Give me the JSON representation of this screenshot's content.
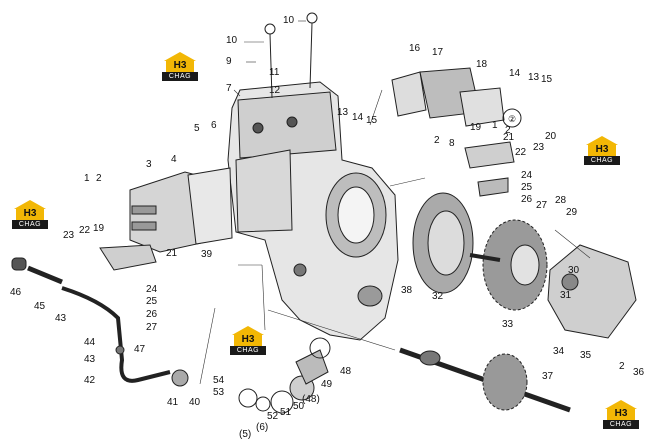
{
  "callouts": [
    {
      "id": "c10a",
      "text": "10"
    },
    {
      "id": "c10b",
      "text": "10"
    },
    {
      "id": "c9",
      "text": "9"
    },
    {
      "id": "c7",
      "text": "7"
    },
    {
      "id": "c11",
      "text": "11"
    },
    {
      "id": "c12",
      "text": "12"
    },
    {
      "id": "c5",
      "text": "5"
    },
    {
      "id": "c6",
      "text": "6"
    },
    {
      "id": "c3",
      "text": "3"
    },
    {
      "id": "c4",
      "text": "4"
    },
    {
      "id": "c1",
      "text": "1"
    },
    {
      "id": "c2a",
      "text": "2"
    },
    {
      "id": "c22a",
      "text": "22"
    },
    {
      "id": "c19a",
      "text": "19"
    },
    {
      "id": "c23a",
      "text": "23"
    },
    {
      "id": "c21a",
      "text": "21"
    },
    {
      "id": "c39",
      "text": "39"
    },
    {
      "id": "c46",
      "text": "46"
    },
    {
      "id": "c45",
      "text": "45"
    },
    {
      "id": "c43a",
      "text": "43"
    },
    {
      "id": "c24a",
      "text": "24"
    },
    {
      "id": "c25a",
      "text": "25"
    },
    {
      "id": "c26a",
      "text": "26"
    },
    {
      "id": "c27a",
      "text": "27"
    },
    {
      "id": "c44",
      "text": "44"
    },
    {
      "id": "c43b",
      "text": "43"
    },
    {
      "id": "c47",
      "text": "47"
    },
    {
      "id": "c42",
      "text": "42"
    },
    {
      "id": "c41",
      "text": "41"
    },
    {
      "id": "c40",
      "text": "40"
    },
    {
      "id": "c54",
      "text": "54"
    },
    {
      "id": "c53",
      "text": "53"
    },
    {
      "id": "c52",
      "text": "52"
    },
    {
      "id": "c51",
      "text": "51"
    },
    {
      "id": "c50",
      "text": "50"
    },
    {
      "id": "c48a",
      "text": "(48)"
    },
    {
      "id": "c49",
      "text": "49"
    },
    {
      "id": "c48",
      "text": "48"
    },
    {
      "id": "c5b",
      "text": "(5)"
    },
    {
      "id": "c6b",
      "text": "(6)"
    },
    {
      "id": "c38",
      "text": "38"
    },
    {
      "id": "c13a",
      "text": "13"
    },
    {
      "id": "c14a",
      "text": "14"
    },
    {
      "id": "c15a",
      "text": "15"
    },
    {
      "id": "c16",
      "text": "16"
    },
    {
      "id": "c17",
      "text": "17"
    },
    {
      "id": "c18",
      "text": "18"
    },
    {
      "id": "c14b",
      "text": "14"
    },
    {
      "id": "c13b",
      "text": "13"
    },
    {
      "id": "c15b",
      "text": "15"
    },
    {
      "id": "c2c",
      "text": "2"
    },
    {
      "id": "c2b",
      "text": "2"
    },
    {
      "id": "c8",
      "text": "8"
    },
    {
      "id": "c19b",
      "text": "19"
    },
    {
      "id": "c1b",
      "text": "1"
    },
    {
      "id": "c20",
      "text": "20"
    },
    {
      "id": "c21b",
      "text": "21"
    },
    {
      "id": "c22b",
      "text": "22"
    },
    {
      "id": "c23b",
      "text": "23"
    },
    {
      "id": "c24b",
      "text": "24"
    },
    {
      "id": "c25b",
      "text": "25"
    },
    {
      "id": "c26b",
      "text": "26"
    },
    {
      "id": "c27b",
      "text": "27"
    },
    {
      "id": "c28",
      "text": "28"
    },
    {
      "id": "c29",
      "text": "29"
    },
    {
      "id": "c32",
      "text": "32"
    },
    {
      "id": "c33",
      "text": "33"
    },
    {
      "id": "c30",
      "text": "30"
    },
    {
      "id": "c31",
      "text": "31"
    },
    {
      "id": "c34",
      "text": "34"
    },
    {
      "id": "c35",
      "text": "35"
    },
    {
      "id": "c2d",
      "text": "2"
    },
    {
      "id": "c36",
      "text": "36"
    },
    {
      "id": "c37",
      "text": "37"
    }
  ],
  "watermark": {
    "top": "H3",
    "bottom": "CHAG",
    "color": "#f2b705"
  }
}
